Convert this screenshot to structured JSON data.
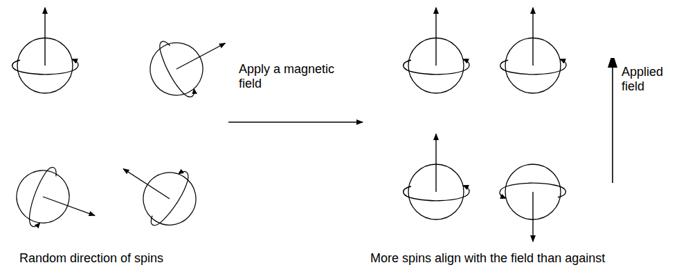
{
  "diagram": {
    "labels": [
      "Apply a magnetic field",
      "Applied field",
      "Random direction of spins",
      "More spins align with the field than against"
    ]
  }
}
